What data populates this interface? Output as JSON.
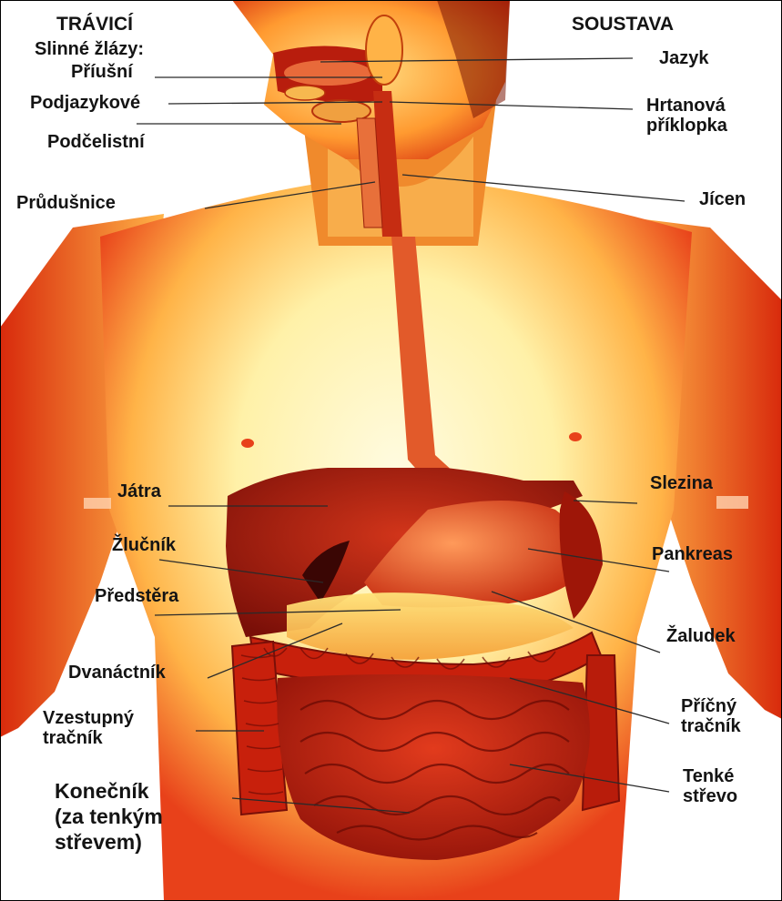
{
  "title_left": "TRÁVICÍ",
  "title_right": "SOUSTAVA",
  "labels": {
    "slinne_zlazy": "Slinné žlázy:",
    "priusni": "Příušní",
    "podjazykove": "Podjazykové",
    "podcelistni": "Podčelistní",
    "prudusnice": "Průdušnice",
    "jazyk": "Jazyk",
    "hrtanova": "Hrtanová\npříklopka",
    "jicen": "Jícen",
    "jatra": "Játra",
    "zlucnik": "Žlučník",
    "predstera": "Předstěra",
    "dvanactnik": "Dvanáctník",
    "vzestupny": "Vzestupný\ntračník",
    "konecnik": "Konečník\n(za tenkým\nstřevem)",
    "slezina": "Slezina",
    "pankreas": "Pankreas",
    "zaludek": "Žaludek",
    "pricny": "Příčný\ntračník",
    "tenke": "Tenké\nstřevo"
  },
  "colors": {
    "skin_light": "#fff3b0",
    "skin_mid": "#ffb347",
    "skin_dark": "#e8411a",
    "organ": "#c81d0c",
    "leader_line": "#2a2a2a"
  }
}
